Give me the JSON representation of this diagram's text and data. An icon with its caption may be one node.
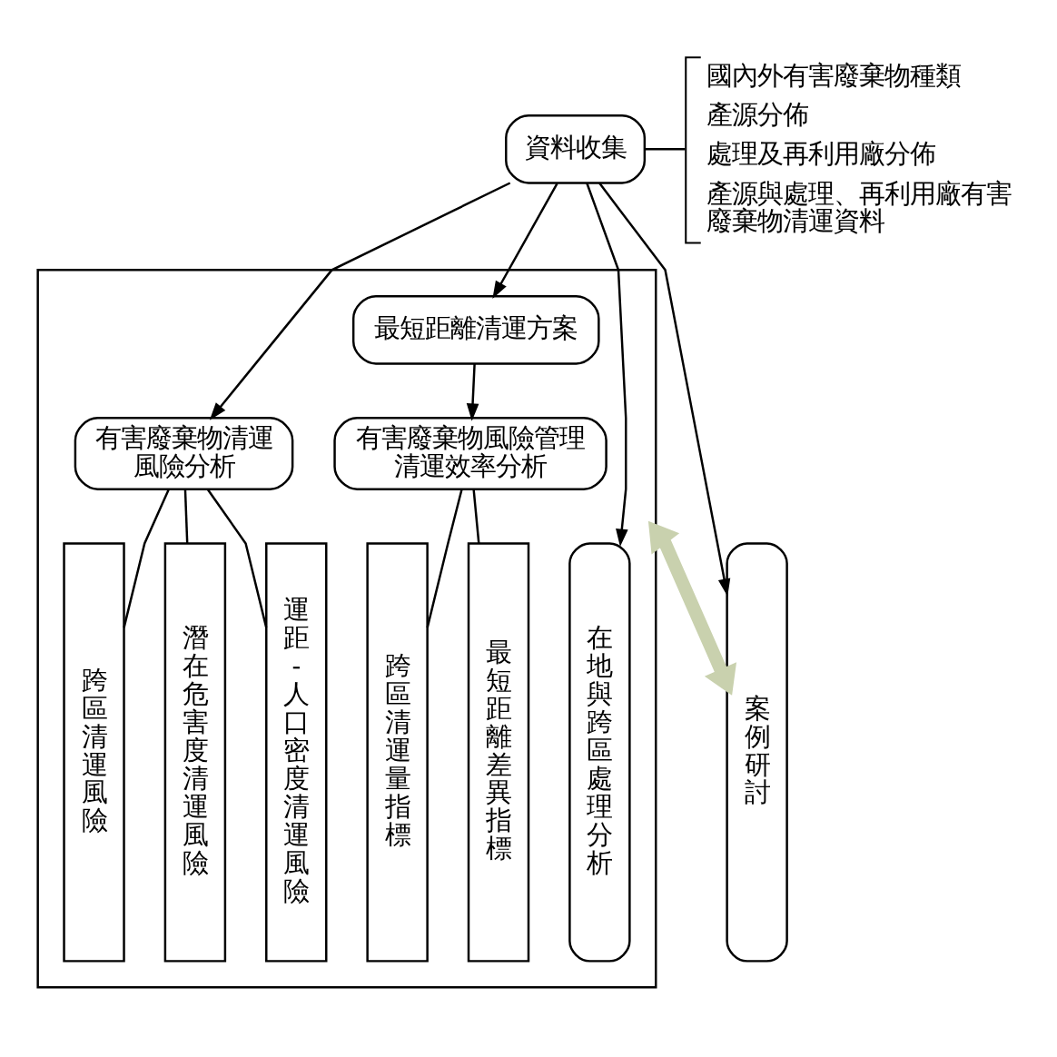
{
  "diagram": {
    "nodes": [
      {
        "text": [
          "資料收集"
        ]
      },
      {
        "text": [
          "國內外有害廢棄物種類",
          "產源分佈",
          "處理及再利用廠分佈",
          "產源與處理、再利用廠有害廢棄物清運資料"
        ]
      },
      {
        "text": [],
        "shape": "box"
      },
      {
        "text": [
          "在地與跨區處理分析"
        ],
        "in": 2
      },
      {
        "text": [
          "最短距離清運方案"
        ],
        "in": 2
      },
      {
        "text": [
          "有害廢棄物清運風險分析"
        ],
        "in": 2
      },
      {
        "text": [
          "有害廢棄物風險管理清運效率分析"
        ],
        "in": 2
      },
      {
        "text": [
          "跨區清運風險"
        ],
        "in": 2
      },
      {
        "text": [
          "潛在危害度清運風險"
        ],
        "in": 2
      },
      {
        "text": [
          "運距-人口密度清運風險"
        ],
        "in": 2
      },
      {
        "text": [
          "跨區清運量指標"
        ],
        "in": 2
      },
      {
        "text": [
          "最短距離差異指標"
        ],
        "in": 2
      },
      {
        "text": [
          "案例研討"
        ]
      }
    ],
    "edges": [
      {
        "from": 0,
        "to": 1,
        "arrow": "none"
      },
      {
        "from": 0,
        "to": 3,
        "arrow": "to"
      },
      {
        "from": 0,
        "to": 5,
        "arrow": "to"
      },
      {
        "from": 0,
        "to": 4,
        "arrow": "to"
      },
      {
        "from": 0,
        "to": 12,
        "arrow": "to"
      },
      {
        "from": 4,
        "to": 6,
        "arrow": "to"
      },
      {
        "from": 5,
        "to": 7,
        "arrow": "none"
      },
      {
        "from": 5,
        "to": 8,
        "arrow": "none"
      },
      {
        "from": 5,
        "to": 9,
        "arrow": "none"
      },
      {
        "from": 6,
        "to": 10,
        "arrow": "none"
      },
      {
        "from": 6,
        "to": 11,
        "arrow": "none"
      },
      {
        "from": 2,
        "to": 12,
        "arrow": "both",
        "style": "thick",
        "color": "#c9d1ae"
      }
    ]
  }
}
